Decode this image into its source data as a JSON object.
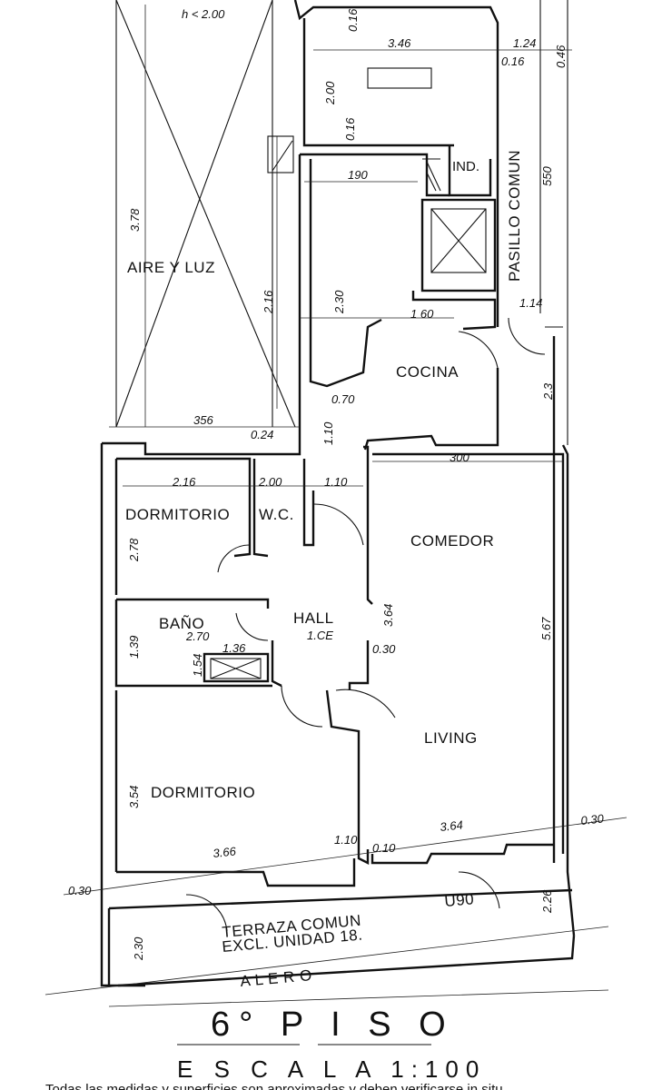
{
  "rooms": {
    "aire_luz": "AIRE Y LUZ",
    "pasillo": "PASILLO COMUN",
    "ind": "IND.",
    "cocina": "COCINA",
    "comedor": "COMEDOR",
    "living": "LIVING",
    "dormitorio_1": "DORMITORIO",
    "wc": "W.C.",
    "bano": "BAÑO",
    "hall": "HALL",
    "hall_sub": "1.CE",
    "dormitorio_2": "DORMITORIO",
    "terraza_1": "TERRAZA COMUN",
    "terraza_2": "EXCL. UNIDAD 18.",
    "terraza_code": "U90",
    "alero": "A L E R O"
  },
  "dimensions": {
    "h_limit": "h < 2.00",
    "d_016_top": "0.16",
    "d_346": "3.46",
    "d_124": "1.24",
    "d_016_b": "0.16",
    "d_046": "0.46",
    "d_200": "2.00",
    "d_016_c": "0.16",
    "d_550": "550",
    "d_190": "190",
    "d_378": "3.78",
    "d_216": "2.16",
    "d_230": "2.30",
    "d_114": "1.14",
    "d_160": "1 60",
    "d_23": "2.3",
    "d_070": "0.70",
    "d_110_v": "1.10",
    "d_356": "356",
    "d_024": "0.24",
    "d_300": "300",
    "d_216_h": "2.16",
    "d_200_h": "2.00",
    "d_110_h": "1.10",
    "d_278": "2.78",
    "d_364_v": "3.64",
    "d_567": "5.67",
    "d_270": "2.70",
    "d_136": "1.36",
    "d_030_hall": "0.30",
    "d_139": "1.39",
    "d_154": "1.54",
    "d_354": "3.54",
    "d_110_b": "1.10",
    "d_364_h": "3.64",
    "d_030_r": "0.30",
    "d_366": "3.66",
    "d_010": "0.10",
    "d_030_l": "0.30",
    "d_226": "2.26",
    "d_230_b": "2.30"
  },
  "title": "6°   P I S O",
  "scale": "E S C A L A   1:100",
  "footer_note": "Todas las medidas y superficies son aproximadas y deben verificarse in situ"
}
